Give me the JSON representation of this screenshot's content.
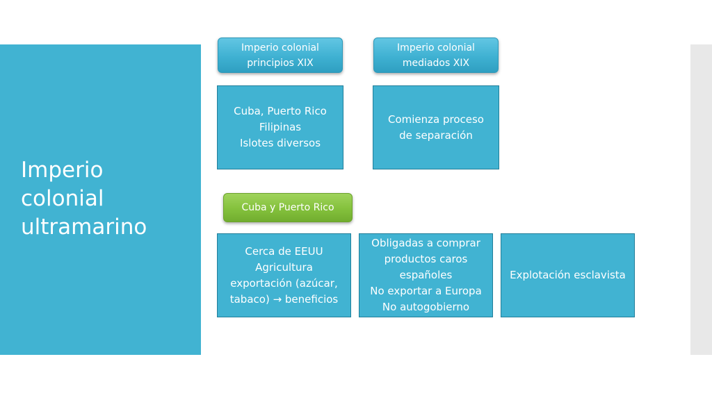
{
  "slide": {
    "title": "Imperio\ncolonial\nultramarino"
  },
  "headers": {
    "early": "Imperio colonial\nprincipios XIX",
    "mid": "Imperio colonial\nmediados XIX",
    "cuba_pr": "Cuba y Puerto Rico"
  },
  "boxes": {
    "territories": "Cuba, Puerto Rico\nFilipinas\nIslotes diversos",
    "separation": "Comienza proceso\nde separación",
    "near_usa": "Cerca de EEUU\nAgricultura\nexportación (azúcar,\ntabaco) → beneficios",
    "obligations": "Obligadas a comprar\nproductos caros\nespañoles\nNo exportar a Europa\nNo autogobierno",
    "slavery": "Explotación esclavista"
  },
  "colors": {
    "accent_blue": "#41b3d2",
    "accent_green": "#84c13c",
    "side_strip": "#e8e8e8"
  }
}
